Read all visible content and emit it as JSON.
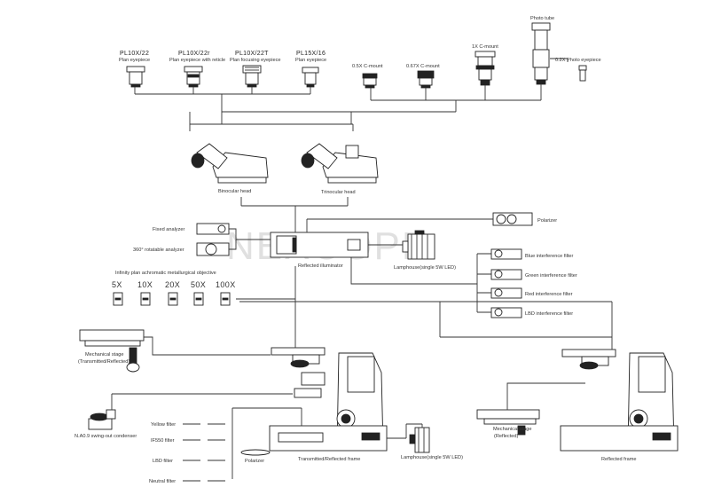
{
  "watermark": "NEXCOPE",
  "eyepieces": [
    {
      "code": "PL10X/22",
      "desc": "Plan eyepiece"
    },
    {
      "code": "PL10X/22r",
      "desc": "Plan eyepiece with reticle"
    },
    {
      "code": "PL10X/22T",
      "desc": "Plan focusing eyepiece"
    },
    {
      "code": "PL15X/16",
      "desc": "Plan eyepiece"
    }
  ],
  "camera_adapters": {
    "c05": "0.5X C-mount",
    "c067": "0.67X C-mount",
    "c1": "1X C-mount",
    "photo_tube": "Photo tube",
    "photo_eyepiece": "0.2X Photo eyepiece"
  },
  "heads": {
    "binocular": "Binocular head",
    "trinocular": "Trinocular head"
  },
  "analyzers": {
    "fixed": "Fixed analyzer",
    "rotatable": "360° rotatable analyzer"
  },
  "polarizer_top": "Polarizer",
  "reflected_illuminator": "Reflected illuminator",
  "lamphouse_top": "Lamphouse(single 5W LED)",
  "filters_right": [
    "Blue interference filter",
    "Green interference filter",
    "Red interference filter",
    "LBD interference filter"
  ],
  "objective_title": "Infinity plan achromatic metallurgical objective",
  "objectives": [
    "5X",
    "10X",
    "20X",
    "50X",
    "100X"
  ],
  "mech_stage_left": {
    "line1": "Mechanical stage",
    "line2": "(Transmitted/Reflected)"
  },
  "condenser": "N.A0.9 swing-out condenser",
  "filters_bottom": [
    "Yellow filter",
    "IF550 filter",
    "LBD filter",
    "Neutral filter"
  ],
  "polarizer_bottom": "Polarizer",
  "frame_left": "Transmitted/Reflected frame",
  "lamphouse_bottom": "Lamphouse(single 5W LED)",
  "mech_stage_right": {
    "line1": "Mechanical stage",
    "line2": "(Reflected)"
  },
  "frame_right": "Reflected frame"
}
